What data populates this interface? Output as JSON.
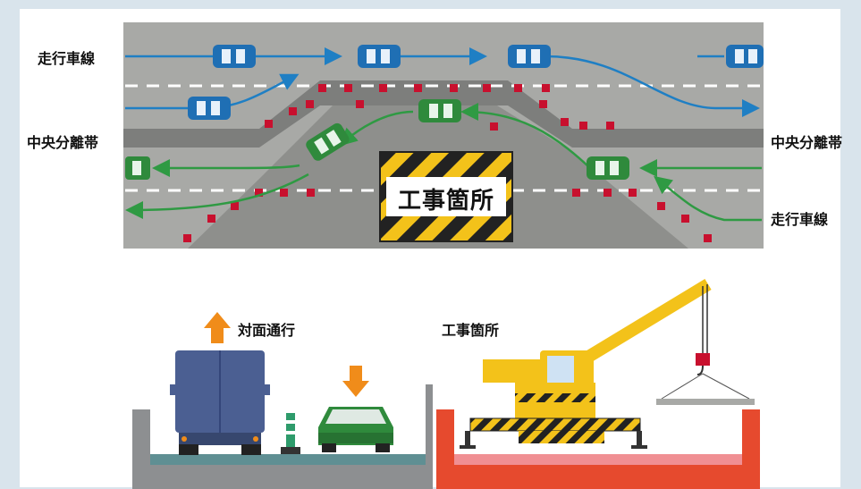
{
  "top": {
    "lane_label_left": "走行車線",
    "median_label_left": "中央分離帯",
    "median_label_right": "中央分離帯",
    "lane_label_right": "走行車線",
    "work_sign": "工事箇所"
  },
  "bottom": {
    "two_way_label": "対面通行",
    "work_label": "工事箇所"
  },
  "colors": {
    "road": "#a8a9a6",
    "median": "#7d7e7c",
    "blue_arrow": "#1f7fc4",
    "green_arrow": "#2f9a43",
    "cone": "#c8102e",
    "hazard_yellow": "#f3c21a",
    "orange": "#f08c1a",
    "barrier_red": "#e64a2e"
  }
}
